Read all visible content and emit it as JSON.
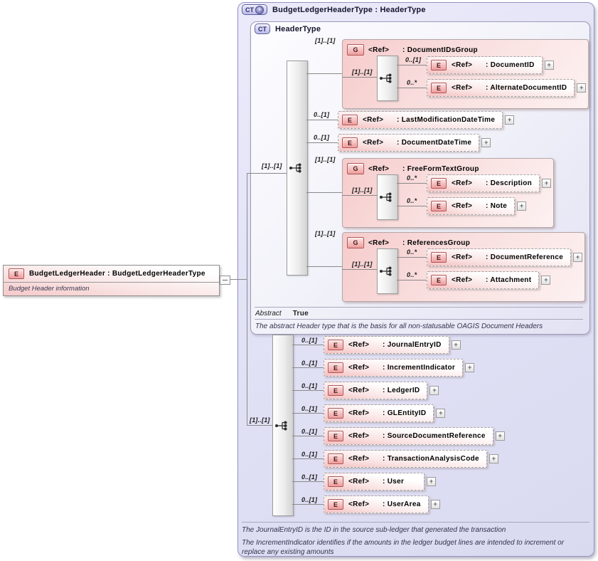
{
  "icons": {
    "element": "E",
    "group": "G",
    "complex_type": "CT",
    "expand": "+"
  },
  "root_element": {
    "title": "BudgetLedgerHeader : BudgetLedgerHeaderType",
    "annotation": "Budget Header information"
  },
  "container": {
    "title": "BudgetLedgerHeaderType : HeaderType",
    "header_type": {
      "title": "HeaderType",
      "cardinality": "[1]..[1]",
      "document_ids_group": {
        "cardinality": "[1]..[1]",
        "ref": "<Ref>",
        "name": ": DocumentIDsGroup",
        "inner_cardinality": "[1]..[1]",
        "document_id": {
          "cardinality": "0..[1]",
          "ref": "<Ref>",
          "name": ": DocumentID"
        },
        "alternate_document_id": {
          "cardinality": "0..*",
          "ref": "<Ref>",
          "name": ": AlternateDocumentID"
        }
      },
      "last_modification_date_time": {
        "cardinality": "0..[1]",
        "ref": "<Ref>",
        "name": ": LastModificationDateTime"
      },
      "document_date_time": {
        "cardinality": "0..[1]",
        "ref": "<Ref>",
        "name": ": DocumentDateTime"
      },
      "free_form_text_group": {
        "cardinality": "[1]..[1]",
        "ref": "<Ref>",
        "name": ": FreeFormTextGroup",
        "inner_cardinality": "[1]..[1]",
        "description": {
          "cardinality": "0..*",
          "ref": "<Ref>",
          "name": ": Description"
        },
        "note": {
          "cardinality": "0..*",
          "ref": "<Ref>",
          "name": ": Note"
        }
      },
      "references_group": {
        "cardinality": "[1]..[1]",
        "ref": "<Ref>",
        "name": ": ReferencesGroup",
        "inner_cardinality": "[1]..[1]",
        "document_reference": {
          "cardinality": "0..*",
          "ref": "<Ref>",
          "name": ": DocumentReference"
        },
        "attachment": {
          "cardinality": "0..*",
          "ref": "<Ref>",
          "name": ": Attachment"
        }
      },
      "abstract_label": "Abstract",
      "abstract_value": "True",
      "annotation": "The abstract Header type that is the basis for all non-statusable OAGIS Document Headers"
    },
    "extension": {
      "cardinality": "[1]..[1]",
      "journal_entry_id": {
        "cardinality": "0..[1]",
        "ref": "<Ref>",
        "name": ": JournalEntryID"
      },
      "increment_indicator": {
        "cardinality": "0..[1]",
        "ref": "<Ref>",
        "name": ": IncrementIndicator"
      },
      "ledger_id": {
        "cardinality": "0..[1]",
        "ref": "<Ref>",
        "name": ": LedgerID"
      },
      "gl_entity_id": {
        "cardinality": "0..[1]",
        "ref": "<Ref>",
        "name": ": GLEntityID"
      },
      "source_document_reference": {
        "cardinality": "0..[1]",
        "ref": "<Ref>",
        "name": ": SourceDocumentReference"
      },
      "transaction_analysis_code": {
        "cardinality": "0..[1]",
        "ref": "<Ref>",
        "name": ": TransactionAnalysisCode"
      },
      "user": {
        "cardinality": "0..[1]",
        "ref": "<Ref>",
        "name": ": User"
      },
      "user_area": {
        "cardinality": "0..[1]",
        "ref": "<Ref>",
        "name": ": UserArea"
      }
    },
    "footnotes": {
      "journal_entry_note": "The JournalEntryID is the  ID in the source sub-ledger that generated the transaction",
      "increment_note": "The IncrementIndicator identifies if the amounts in the ledger budget lines are intended to increment or replace any existing amounts"
    }
  }
}
